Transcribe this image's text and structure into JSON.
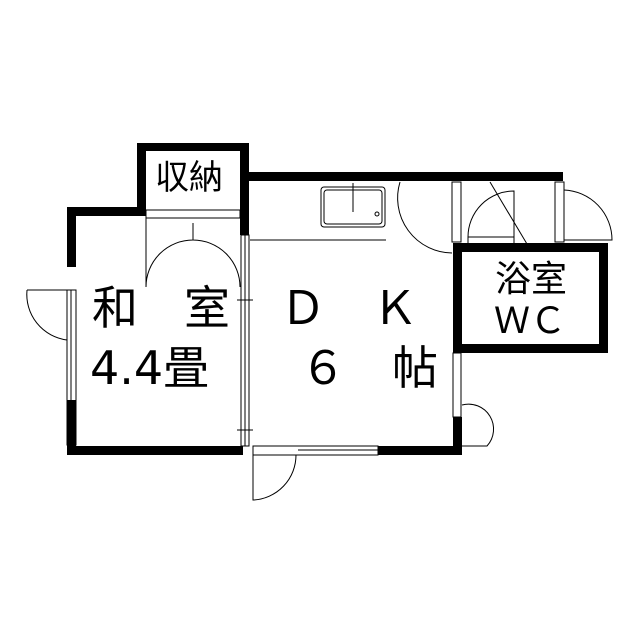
{
  "rooms": {
    "storage": {
      "name": "収納"
    },
    "washitsu": {
      "name": "和　室",
      "size": "4.4畳"
    },
    "dk": {
      "name": "Ｄ　Ｋ",
      "size": "６　帖"
    },
    "bath": {
      "name": "浴室",
      "sub": "ＷＣ"
    }
  },
  "colors": {
    "wall": "#000000",
    "background": "#ffffff"
  }
}
